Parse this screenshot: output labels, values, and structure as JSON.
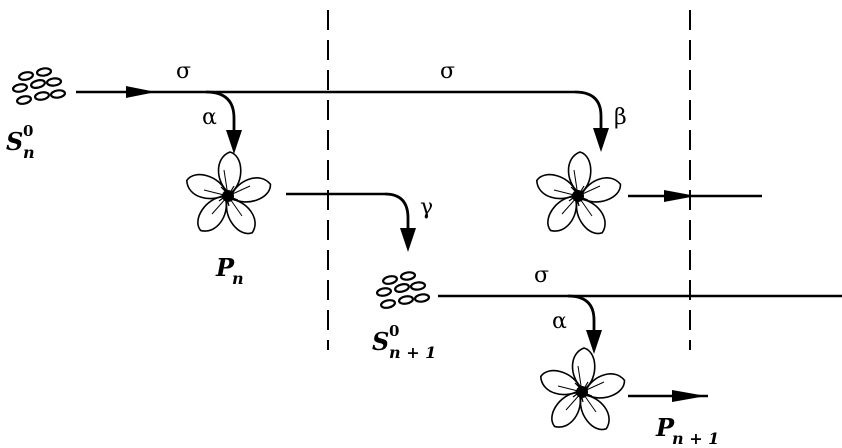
{
  "labels": {
    "sigma_top_left": "σ",
    "sigma_top_right": "σ",
    "sigma_bottom": "σ",
    "alpha_top": "α",
    "alpha_bottom": "α",
    "beta": "β",
    "gamma": "γ"
  },
  "seed_n": {
    "base": "S",
    "sup": "0",
    "sub": "n"
  },
  "seed_n1": {
    "base": "S",
    "sup": "0",
    "sub": "n + 1"
  },
  "plant_n": {
    "base": "P",
    "sub": "n"
  },
  "plant_n1": {
    "base": "P",
    "sub": "n + 1"
  },
  "colors": {
    "ink": "#000000",
    "background": "#ffffff"
  }
}
